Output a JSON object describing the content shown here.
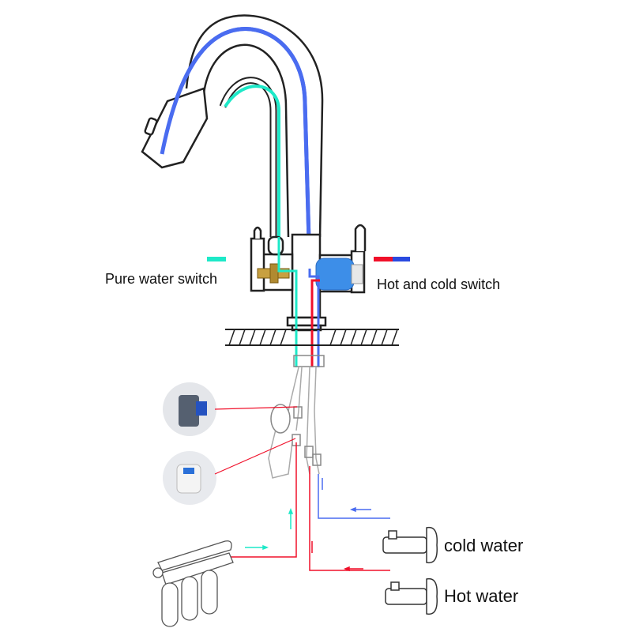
{
  "labels": {
    "pure_water_switch": "Pure water switch",
    "hot_cold_switch": "Hot and cold switch",
    "cold_water": "cold water",
    "hot_water": "Hot water"
  },
  "colors": {
    "pure": "#1de9c8",
    "cold": "#4a6cf0",
    "hot": "#f0102a",
    "outline": "#222222"
  }
}
